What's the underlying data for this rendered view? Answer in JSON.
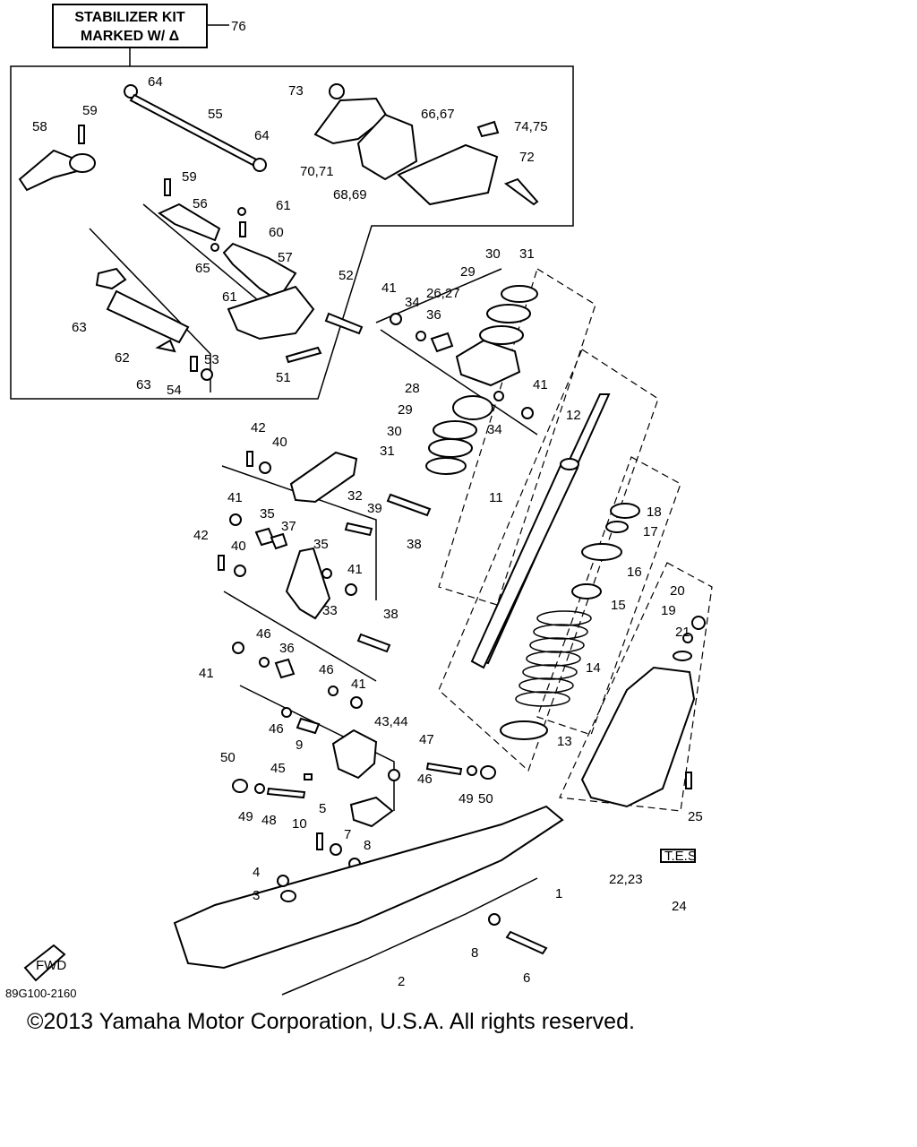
{
  "kit_label": {
    "line1": "STABILIZER KIT",
    "line2": "MARKED W/ Δ"
  },
  "diagram_code": "89G100-2160",
  "copyright": "©2013 Yamaha Motor Corporation, U.S.A. All rights reserved.",
  "fwd_tag": "FWD",
  "tes_tag": "T.E.S",
  "callouts": {
    "c76": "76",
    "c73": "73",
    "c64a": "64",
    "c64b": "64",
    "c66": "66,67",
    "c7475": "74,75",
    "c58": "58",
    "c59a": "59",
    "c55": "55",
    "c70": "70,71",
    "c68": "68,69",
    "c72": "72",
    "c59b": "59",
    "c56": "56",
    "c61a": "61",
    "c60": "60",
    "c65": "65",
    "c57": "57",
    "c63a": "63",
    "c61b": "61",
    "c52": "52",
    "c62": "62",
    "c53": "53",
    "c63b": "63",
    "c54": "54",
    "c51": "51",
    "c30a": "30",
    "c31a": "31",
    "c29a": "29",
    "c41a": "41",
    "c34a": "34",
    "c36a": "36",
    "c2627": "26,27",
    "c28": "28",
    "c29b": "29",
    "c41b": "41",
    "c34b": "34",
    "c30b": "30",
    "c31b": "31",
    "c12": "12",
    "c11": "11",
    "c42a": "42",
    "c40a": "40",
    "c32": "32",
    "c41c": "41",
    "c35a": "35",
    "c37": "37",
    "c39": "39",
    "c38a": "38",
    "c42b": "42",
    "c40b": "40",
    "c35b": "35",
    "c41d": "41",
    "c33": "33",
    "c38b": "38",
    "c18": "18",
    "c17": "17",
    "c16": "16",
    "c15": "15",
    "c20": "20",
    "c19": "19",
    "c21": "21",
    "c14": "14",
    "c13": "13",
    "c46a": "46",
    "c36b": "36",
    "c41e": "41",
    "c46b": "46",
    "c41f": "41",
    "c46c": "46",
    "c9": "9",
    "c4344": "43,44",
    "c47": "47",
    "c50a": "50",
    "c45": "45",
    "c46d": "46",
    "c49a": "49",
    "c50b": "50",
    "c49b": "49",
    "c48": "48",
    "c5": "5",
    "c10": "10",
    "c7": "7",
    "c8a": "8",
    "c4": "4",
    "c3": "3",
    "c1": "1",
    "c25": "25",
    "c2223": "22,23",
    "c24": "24",
    "c8b": "8",
    "c6": "6",
    "c2": "2"
  }
}
